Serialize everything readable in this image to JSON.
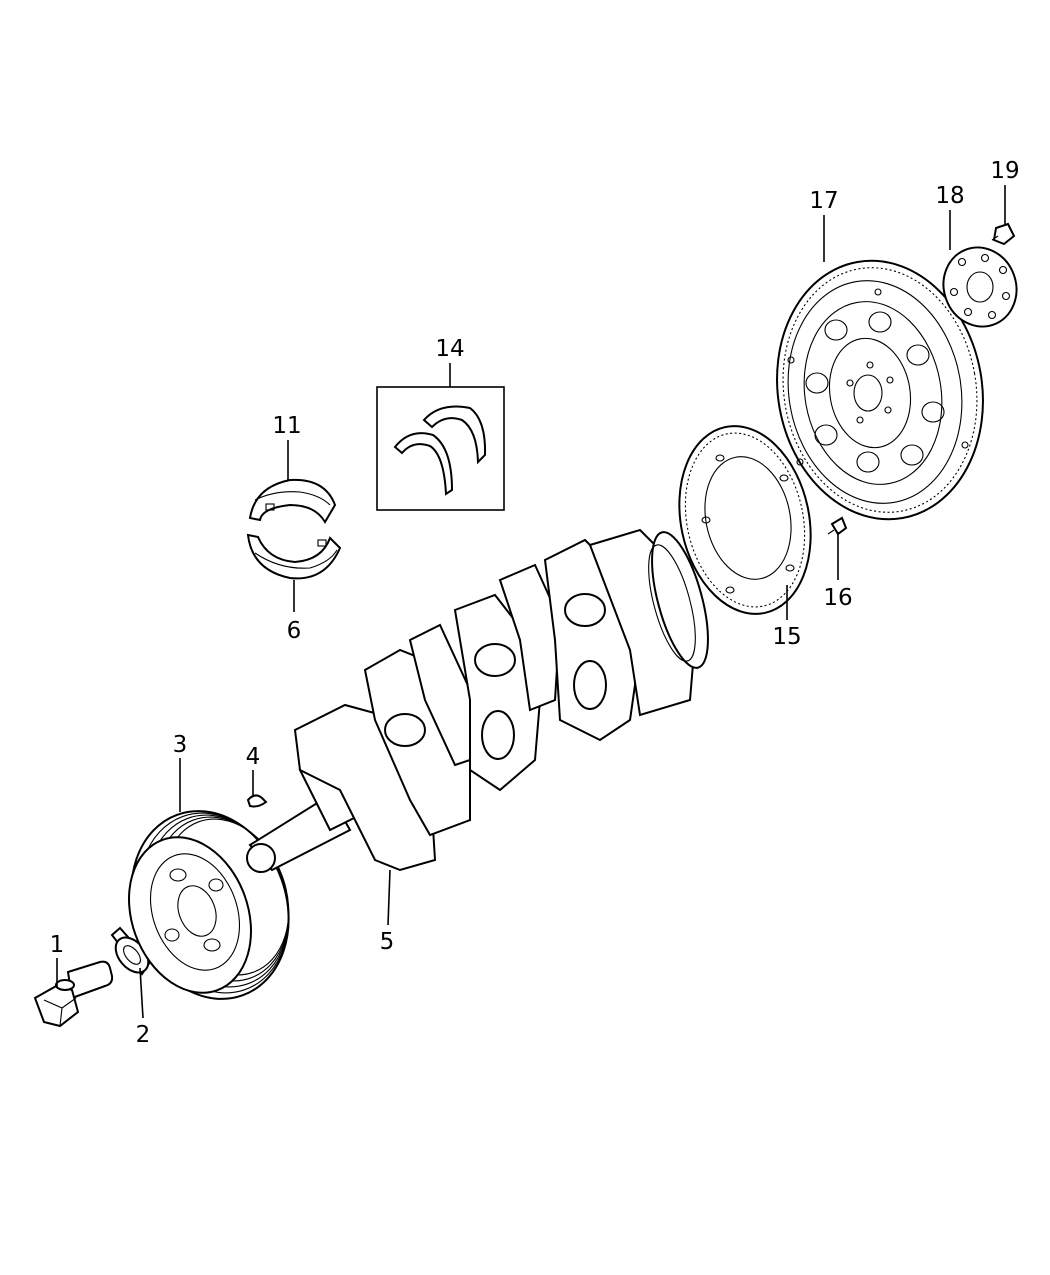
{
  "diagram": {
    "callouts": [
      {
        "id": "c1",
        "label": "1"
      },
      {
        "id": "c2",
        "label": "2"
      },
      {
        "id": "c3",
        "label": "3"
      },
      {
        "id": "c4",
        "label": "4"
      },
      {
        "id": "c5",
        "label": "5"
      },
      {
        "id": "c6",
        "label": "6"
      },
      {
        "id": "c11",
        "label": "11"
      },
      {
        "id": "c14",
        "label": "14"
      },
      {
        "id": "c15",
        "label": "15"
      },
      {
        "id": "c16",
        "label": "16"
      },
      {
        "id": "c17",
        "label": "17"
      },
      {
        "id": "c18",
        "label": "18"
      },
      {
        "id": "c19",
        "label": "19"
      }
    ]
  }
}
